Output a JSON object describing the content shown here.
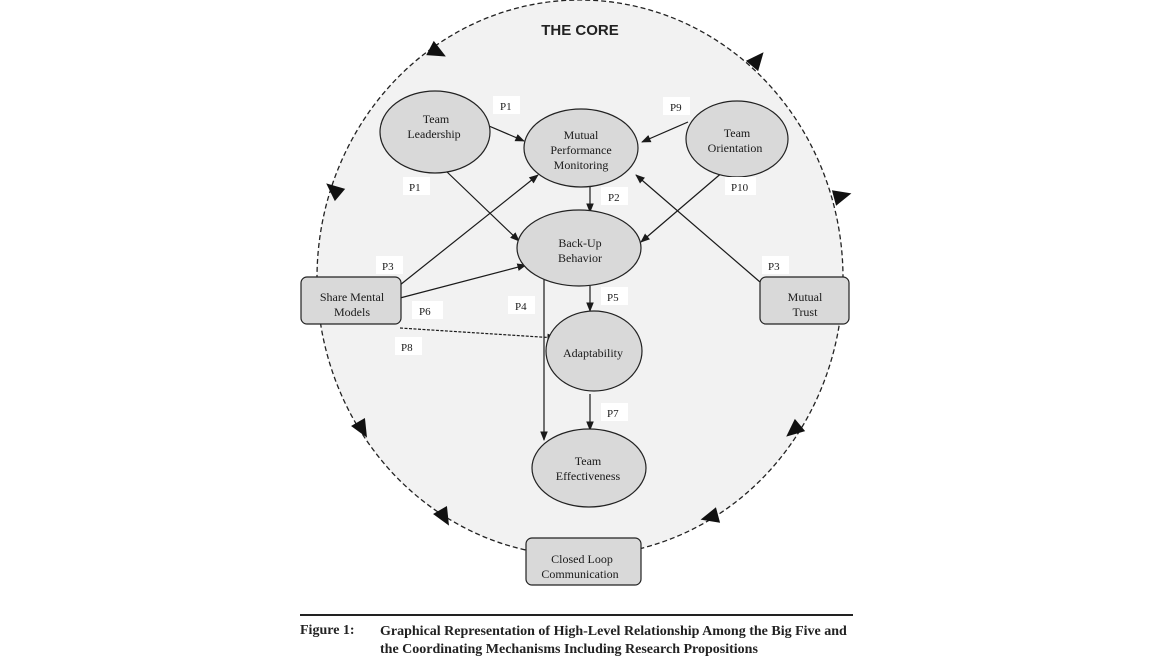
{
  "diagram": {
    "title": "THE CORE",
    "nodes": {
      "team_leadership": [
        "Team",
        "Leadership"
      ],
      "mutual_performance_monitoring": [
        "Mutual",
        "Performance",
        "Monitoring"
      ],
      "team_orientation": [
        "Team",
        "Orientation"
      ],
      "backup_behavior": [
        "Back-Up",
        "Behavior"
      ],
      "share_mental_models": [
        "Share Mental",
        "Models"
      ],
      "mutual_trust": [
        "Mutual",
        "Trust"
      ],
      "adaptability": [
        "Adaptability"
      ],
      "team_effectiveness": [
        "Team",
        "Effectiveness"
      ],
      "closed_loop_communication": [
        "Closed Loop",
        "Communication"
      ]
    },
    "propositions": {
      "p1_top": "P1",
      "p9": "P9",
      "p1_left": "P1",
      "p10": "P10",
      "p2": "P2",
      "p3_left": "P3",
      "p3_right": "P3",
      "p5": "P5",
      "p4": "P4",
      "p6": "P6",
      "p8": "P8",
      "p7": "P7"
    }
  },
  "caption": {
    "label": "Figure 1:",
    "text": "Graphical Representation of High-Level Relationship Among the Big Five and the Coordinating Mechanisms Including Research Propositions"
  }
}
